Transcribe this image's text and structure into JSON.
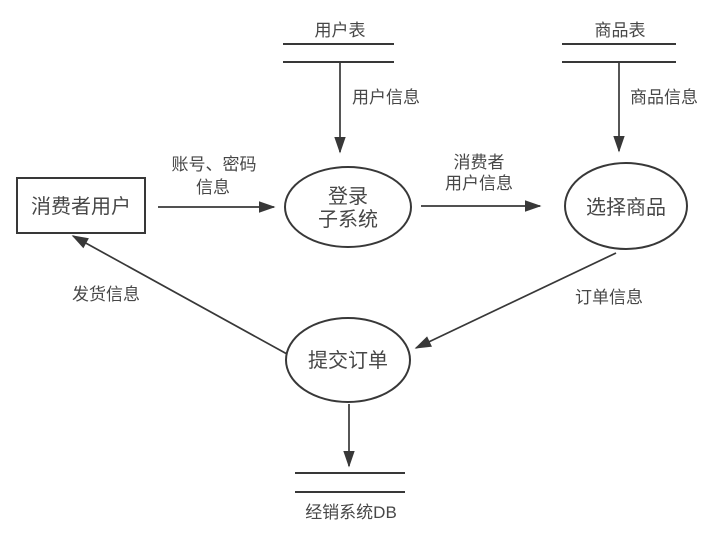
{
  "diagram": {
    "type": "data-flow-diagram",
    "background_color": "#ffffff",
    "stroke_color": "#383838",
    "text_color": "#474747",
    "external_entities": {
      "consumer_user": {
        "label": "消费者用户"
      }
    },
    "data_stores": {
      "user_table": {
        "label": "用户表"
      },
      "product_table": {
        "label": "商品表"
      },
      "system_db": {
        "label": "经销系统DB"
      }
    },
    "processes": {
      "login_subsystem": {
        "line1": "登录",
        "line2": "子系统"
      },
      "select_product": {
        "label": "选择商品"
      },
      "submit_order": {
        "label": "提交订单"
      }
    },
    "data_flows": {
      "user_info": {
        "label": "用户信息",
        "from": "用户表",
        "to": "登录子系统"
      },
      "product_info": {
        "label": "商品信息",
        "from": "商品表",
        "to": "选择商品"
      },
      "account_password": {
        "line1": "账号、密码",
        "line2": "信息",
        "from": "消费者用户",
        "to": "登录子系统"
      },
      "consumer_user_info": {
        "line1": "消费者",
        "line2": "用户信息",
        "from": "登录子系统",
        "to": "选择商品"
      },
      "order_info": {
        "label": "订单信息",
        "from": "选择商品",
        "to": "提交订单"
      },
      "shipping_info": {
        "label": "发货信息",
        "from": "提交订单",
        "to": "消费者用户"
      },
      "db_store_flow": {
        "label": "",
        "from": "提交订单",
        "to": "经销系统DB"
      }
    }
  }
}
